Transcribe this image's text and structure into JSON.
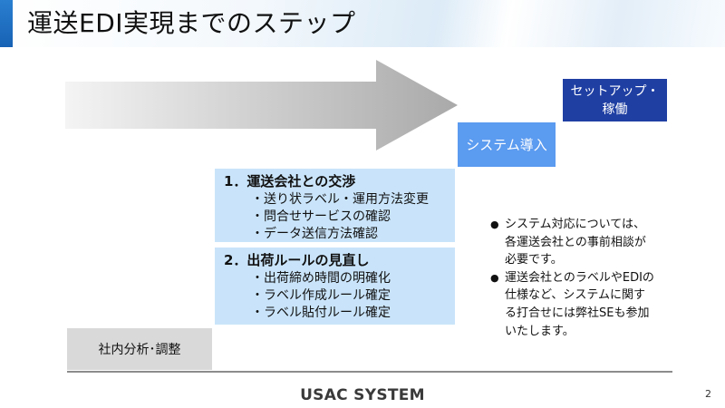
{
  "header": {
    "title": "運送EDI実現までのステップ"
  },
  "stairs": {
    "system_intro": "システム導入",
    "go_live": [
      "セットアップ・",
      "稼働"
    ]
  },
  "steps": [
    {
      "heading": "1．運送会社との交渉",
      "items": [
        "・送り状ラベル・運用方法変更",
        "・問合せサービスの確認",
        "・データ送信方法確認"
      ]
    },
    {
      "heading": "2．出荷ルールの見直し",
      "items": [
        "・出荷締め時間の明確化",
        "・ラベル作成ルール確定",
        "・ラベル貼付ルール確定"
      ]
    }
  ],
  "internal_box": "社内分析･調整",
  "notes": [
    [
      "システム対応については、",
      "各運送会社との事前相談が",
      "必要です。"
    ],
    [
      "運送会社とのラベルやEDIの",
      "仕様など、システムに関す",
      "る打合せには弊社SEも参加",
      "いたします。"
    ]
  ],
  "bullet_glyph": "●",
  "footer": {
    "brand": "USAC SYSTEM",
    "page": "2"
  },
  "colors": {
    "accent": "#1762b5",
    "stair1": "#5b9bf0",
    "stair2": "#1f3fa3",
    "step_box": "#c9e4fa",
    "internal": "#d9d9d9"
  }
}
